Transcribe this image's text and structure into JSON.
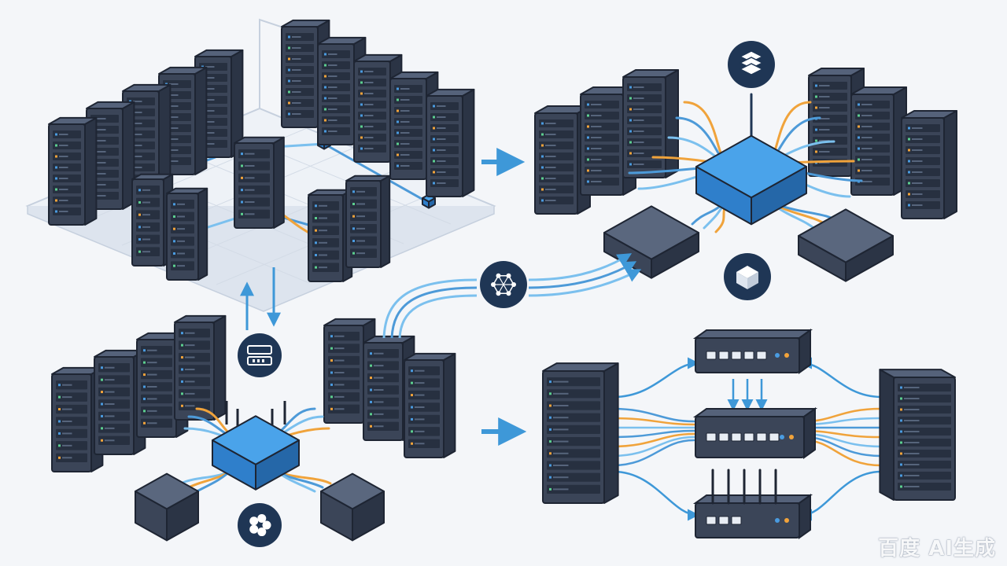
{
  "watermark": "百度 AI生成",
  "colors": {
    "background": "#f4f6f9",
    "rack_front": "#3b4558",
    "rack_side": "#2b3445",
    "rack_top": "#55627a",
    "rack_outline": "#1e2533",
    "slot_fill": "#273040",
    "led_blue": "#4a9be0",
    "led_green": "#5ccf8f",
    "led_orange": "#f2a33a",
    "switch_top": "#4aa3ea",
    "switch_front": "#2f7fcb",
    "switch_side": "#2567a8",
    "cable_blue": "#4d9ad8",
    "cable_light_blue": "#7bc0ee",
    "cable_orange": "#f0a33b",
    "floor_line": "#c6d0de",
    "icon_circle": "#1f3655",
    "arrow_blue": "#3e98d8"
  },
  "panels": [
    {
      "id": "rack-room-floor",
      "position": "top-left",
      "description_icons": []
    },
    {
      "id": "central-hub-star",
      "position": "top-right",
      "description_icons": [
        "stack-icon",
        "cube-icon"
      ]
    },
    {
      "id": "router-hub-cluster",
      "position": "bottom-left",
      "description_icons": [
        "server-icon",
        "fan-icon"
      ]
    },
    {
      "id": "switch-ring-topology",
      "position": "bottom-right",
      "description_icons": []
    }
  ],
  "connectors": [
    {
      "from": "rack-room-floor",
      "to": "central-hub-star",
      "kind": "arrow"
    },
    {
      "from": "rack-room-floor",
      "to": "router-hub-cluster",
      "kind": "double-arrow"
    },
    {
      "from": "router-hub-cluster",
      "to": "central-hub-star",
      "kind": "network-link",
      "icon": "network-icon"
    },
    {
      "from": "router-hub-cluster",
      "to": "switch-ring-topology",
      "kind": "arrow"
    }
  ]
}
